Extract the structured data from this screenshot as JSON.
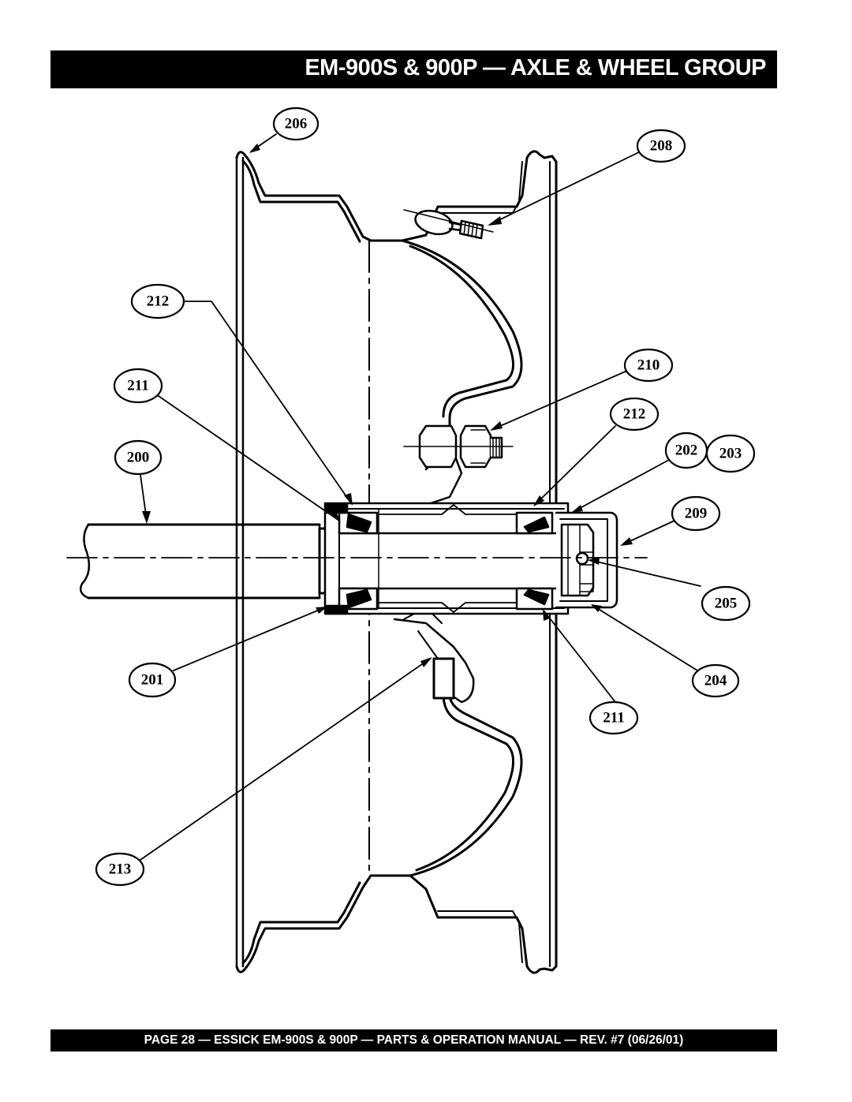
{
  "header": {
    "title": "EM-900S & 900P — AXLE & WHEEL GROUP"
  },
  "footer": {
    "text": "PAGE 28 — ESSICK EM-900S & 900P — PARTS & OPERATION MANUAL — REV. #7 (06/26/01)"
  },
  "callouts": {
    "c206": "206",
    "c208": "208",
    "c212a": "212",
    "c211a": "211",
    "c200": "200",
    "c210": "210",
    "c212b": "212",
    "c202": "202",
    "c203": "203",
    "c209": "209",
    "c205": "205",
    "c204": "204",
    "c201": "201",
    "c211b": "211",
    "c213": "213"
  }
}
